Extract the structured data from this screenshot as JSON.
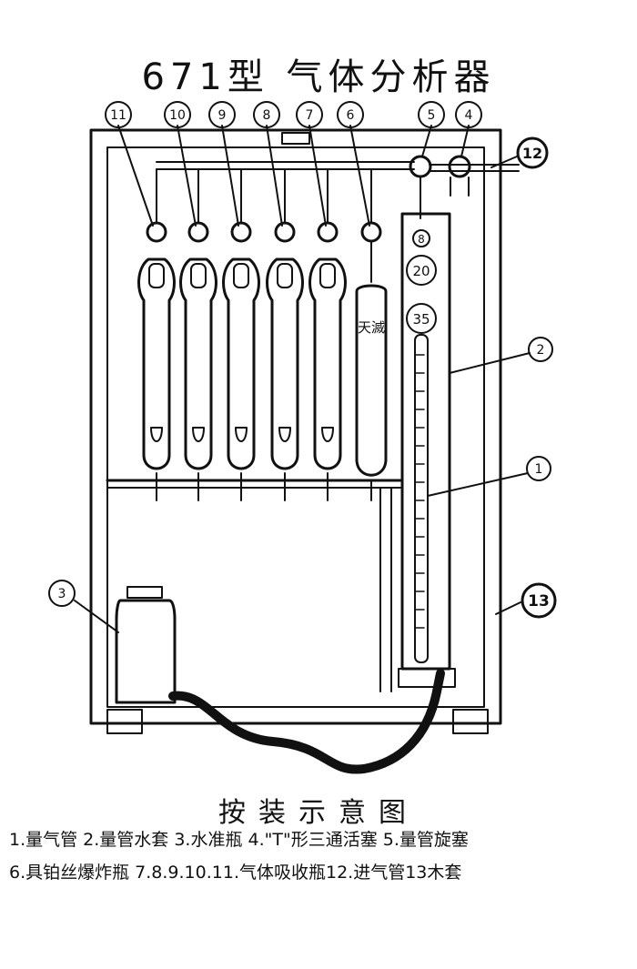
{
  "title": "671型 气体分析器",
  "subtitle": "按装示意图",
  "callouts": [
    "1",
    "2",
    "3",
    "4",
    "5",
    "6",
    "7",
    "8",
    "9",
    "10",
    "11",
    "12",
    "13"
  ],
  "bottle6_label": "天滅",
  "tube_marks": [
    "8",
    "20",
    "35"
  ],
  "legend_line1": "1.量气管 2.量管水套 3.水准瓶 4.\"T\"形三通活塞 5.量管旋塞",
  "legend_line2": "6.具铂丝爆炸瓶 7.8.9.10.11.气体吸收瓶12.进气管13木套"
}
